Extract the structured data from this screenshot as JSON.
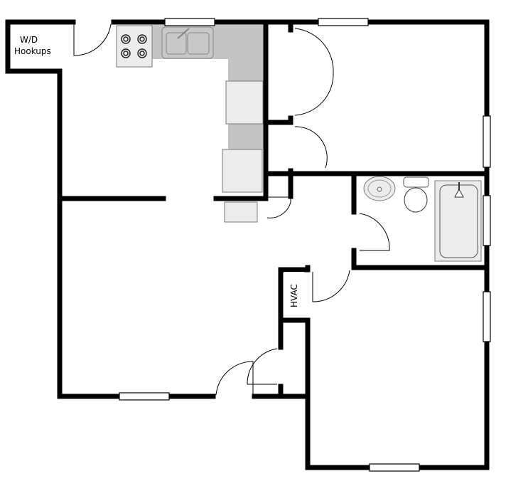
{
  "labels": {
    "wd_line1": "W/D",
    "wd_line2": "Hookups",
    "hvac": "HVAC"
  },
  "colors": {
    "wall": "#000000",
    "counter": "#c4c4c4",
    "fixture": "#ececec"
  }
}
